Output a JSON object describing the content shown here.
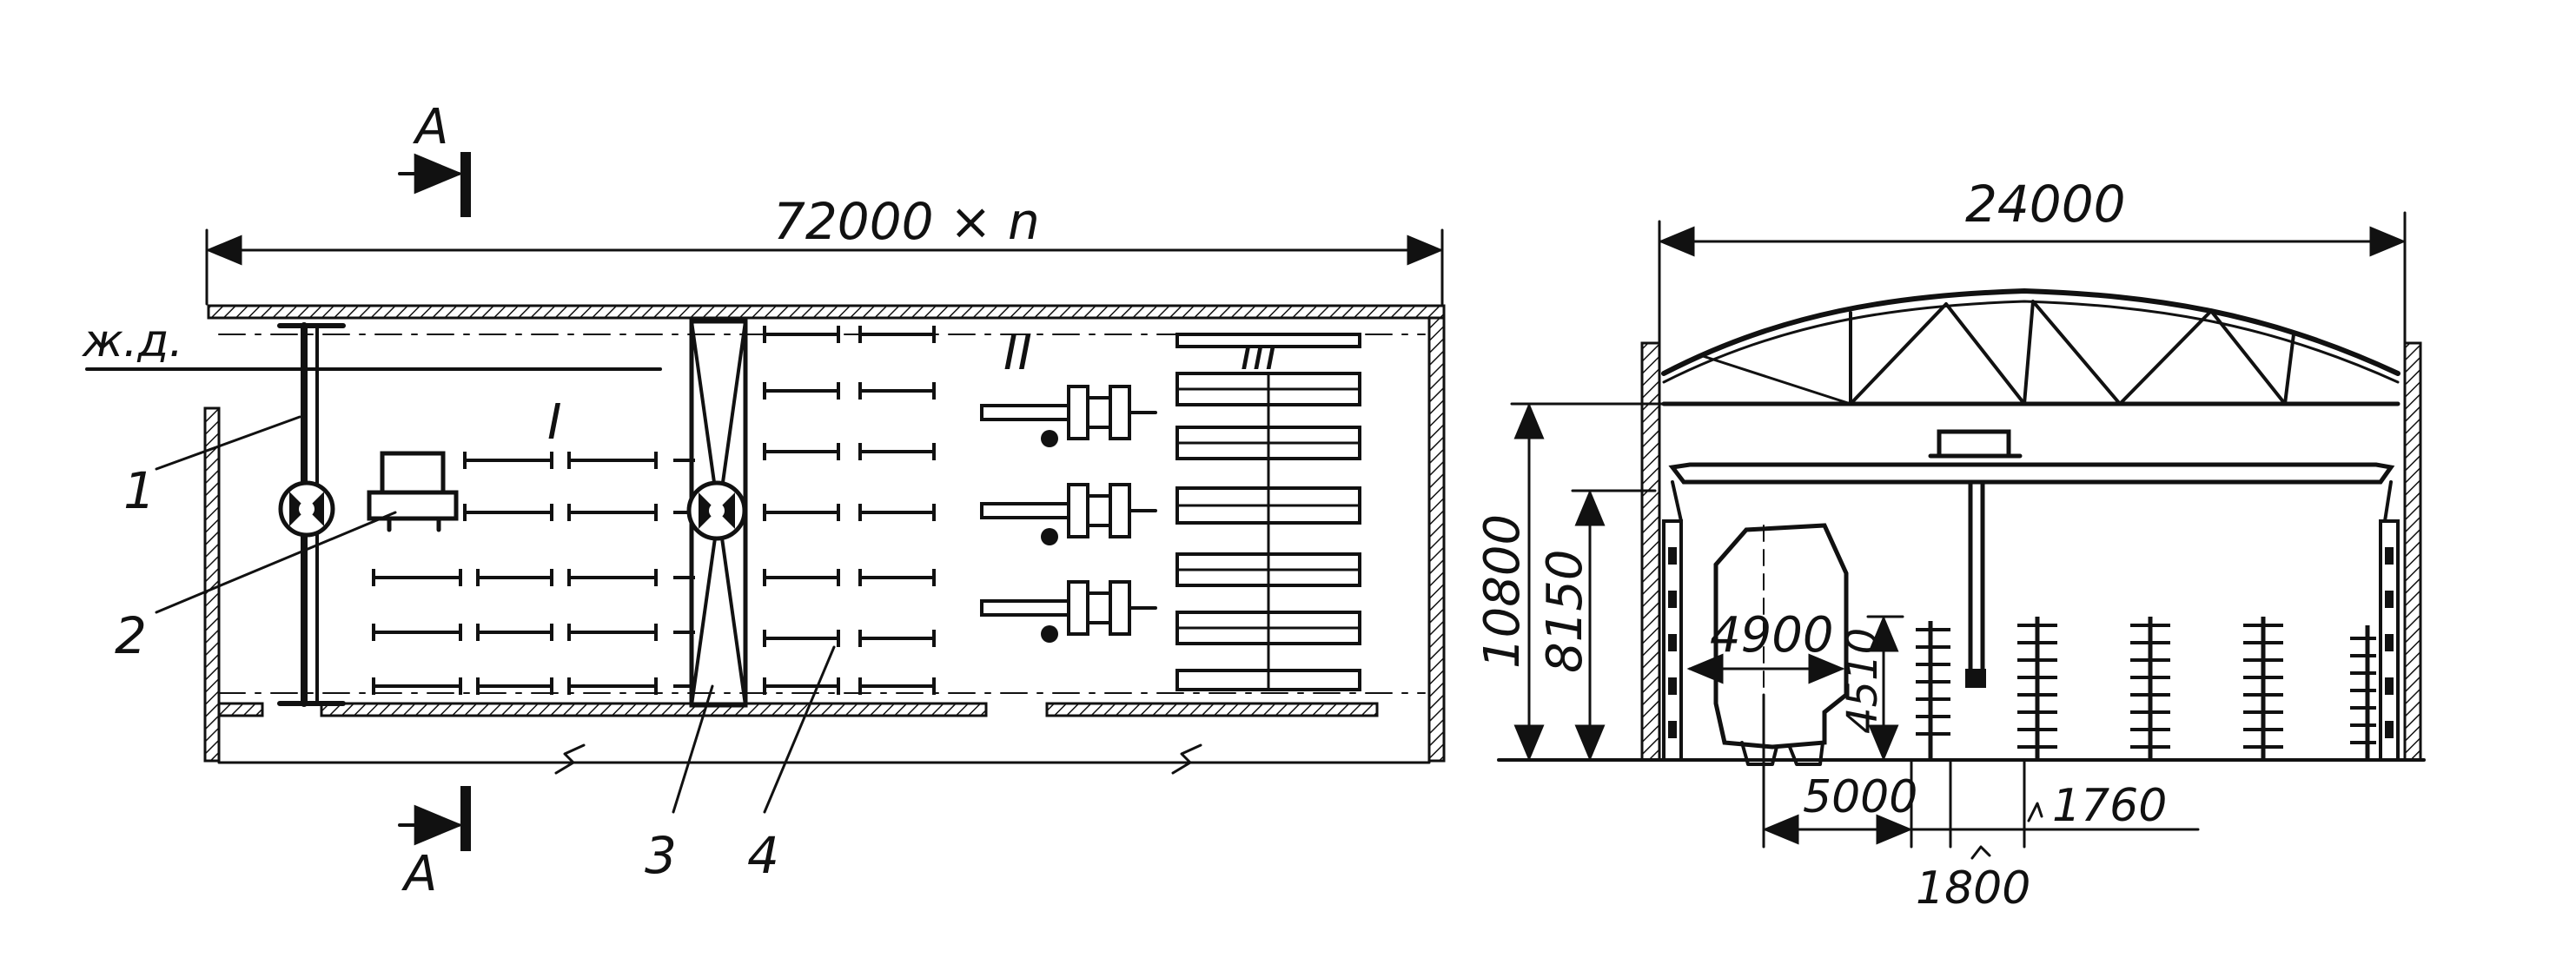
{
  "plan": {
    "section_mark": "А",
    "overall_length": "72000 × n",
    "rail_label": "ж.д.",
    "zone_labels": [
      "I",
      "II",
      "III"
    ],
    "callouts": [
      "1",
      "2",
      "3",
      "4"
    ]
  },
  "section": {
    "span": "24000",
    "height_total": "10800",
    "crane_rail_height": "8150",
    "item_width": "4900",
    "item_height": "4510",
    "aisle": "5000",
    "row_pitch": "1800",
    "row_gap": "1760"
  }
}
